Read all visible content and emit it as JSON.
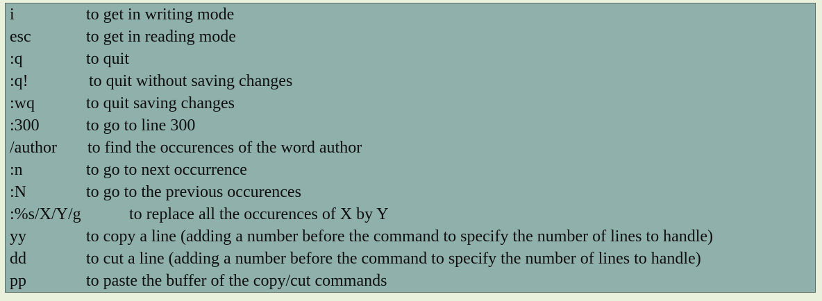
{
  "commands": [
    {
      "cmd": "i",
      "desc": "to get in writing mode"
    },
    {
      "cmd": "esc",
      "desc": "to get in reading mode"
    },
    {
      "cmd": ":q",
      "desc": "to quit"
    },
    {
      "cmd": ":q!",
      "desc": "to quit without saving changes"
    },
    {
      "cmd": ":wq",
      "desc": "to quit saving changes"
    },
    {
      "cmd": ":300",
      "desc": "to go to line 300"
    },
    {
      "cmd": "/author",
      "desc": "to find the occurences of the word author"
    },
    {
      "cmd": ":n",
      "desc": "to go to next occurrence"
    },
    {
      "cmd": ":N",
      "desc": "to go to the previous occurences"
    },
    {
      "cmd": ":%s/X/Y/g",
      "desc": "to replace all the occurences of X by Y"
    },
    {
      "cmd": "yy",
      "desc": "to copy a line (adding a number before the command to specify the number of lines to handle)"
    },
    {
      "cmd": "dd",
      "desc": "to cut a line (adding a number before the command to specify the number of lines to handle)"
    },
    {
      "cmd": "pp",
      "desc": "to paste the buffer of the copy/cut commands"
    }
  ]
}
